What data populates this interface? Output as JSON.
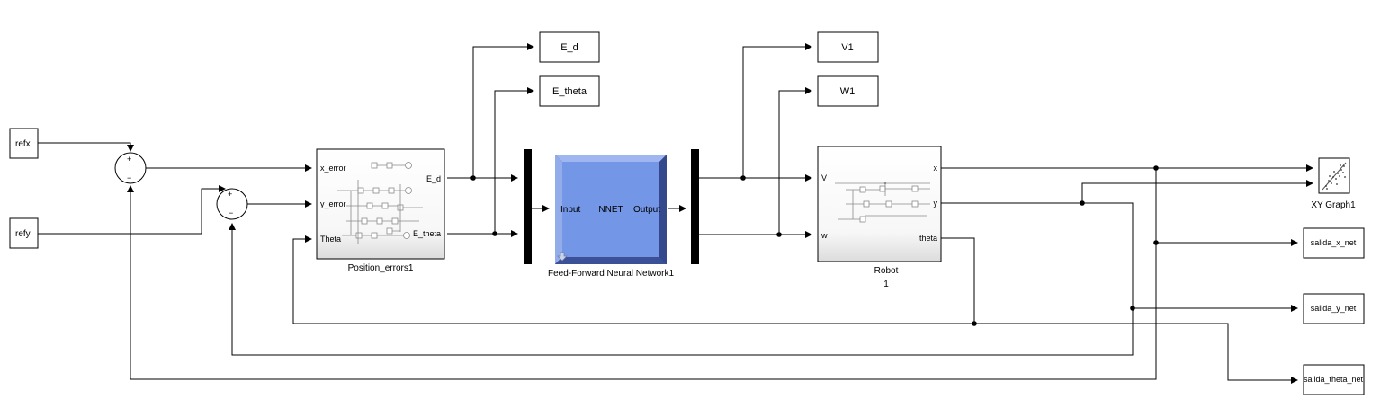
{
  "colors": {
    "nnet_fill": "#6f8fe3",
    "nnet_face": "#7396e6",
    "nnet_border": "#2b3d7a",
    "bus": "#000000",
    "wire": "#000000"
  },
  "sources": {
    "refx": "refx",
    "refy": "refy"
  },
  "sum1": {
    "plus": "+",
    "minus": "−"
  },
  "sum2": {
    "plus": "+",
    "minus": "−"
  },
  "position_errors": {
    "name": "Position_errors1",
    "in1": "x_error",
    "in2": "y_error",
    "in3": "Theta",
    "out1": "E_d",
    "out2": "E_theta"
  },
  "displays": {
    "e_d": "E_d",
    "e_theta": "E_theta",
    "v1": "V1",
    "w1": "W1"
  },
  "nnet": {
    "name": "Feed-Forward Neural Network1",
    "input": "Input",
    "center": "NNET",
    "output": "Output"
  },
  "robot": {
    "name": "Robot",
    "subname": "1",
    "in1": "V",
    "in2": "w",
    "out1": "x",
    "out2": "y",
    "out3": "theta"
  },
  "xy_graph": {
    "name": "XY Graph1"
  },
  "outputs": {
    "x": "salida_x_net",
    "y": "salida_y_net",
    "theta": "salida_theta_net"
  },
  "icons": [
    "arrow-icon",
    "scatter-plot-icon",
    "mask-arrow-icon"
  ]
}
